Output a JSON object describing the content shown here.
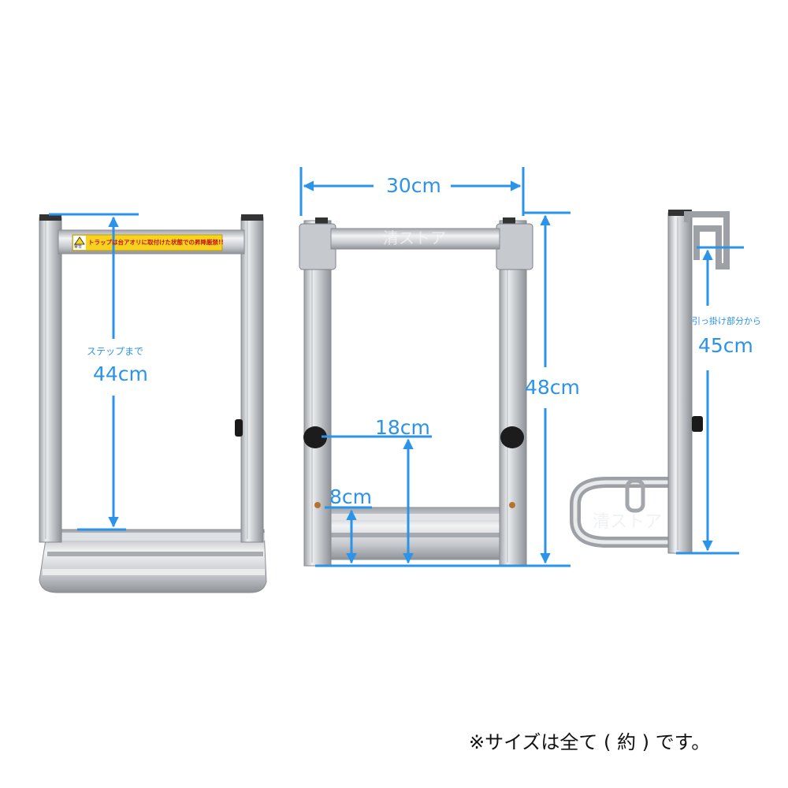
{
  "front_view": {
    "label_top": "ステップまで",
    "label_value": "44cm",
    "warning_tag": "警告",
    "warning_text": "トラップは台アオリに取付けた状態での昇降厳禁!!"
  },
  "back_view": {
    "width_value": "30cm",
    "height_value": "48cm",
    "mid_value": "18cm",
    "low_value": "8cm",
    "watermark": "清ストア"
  },
  "side_view": {
    "label_top": "引っ掛け部分から",
    "label_value": "45cm",
    "watermark": "清ストア"
  },
  "note": "※サイズは全て ( 約 ) です。",
  "colors": {
    "accent": "#2b93e8",
    "metal": "#c9ccd0"
  }
}
